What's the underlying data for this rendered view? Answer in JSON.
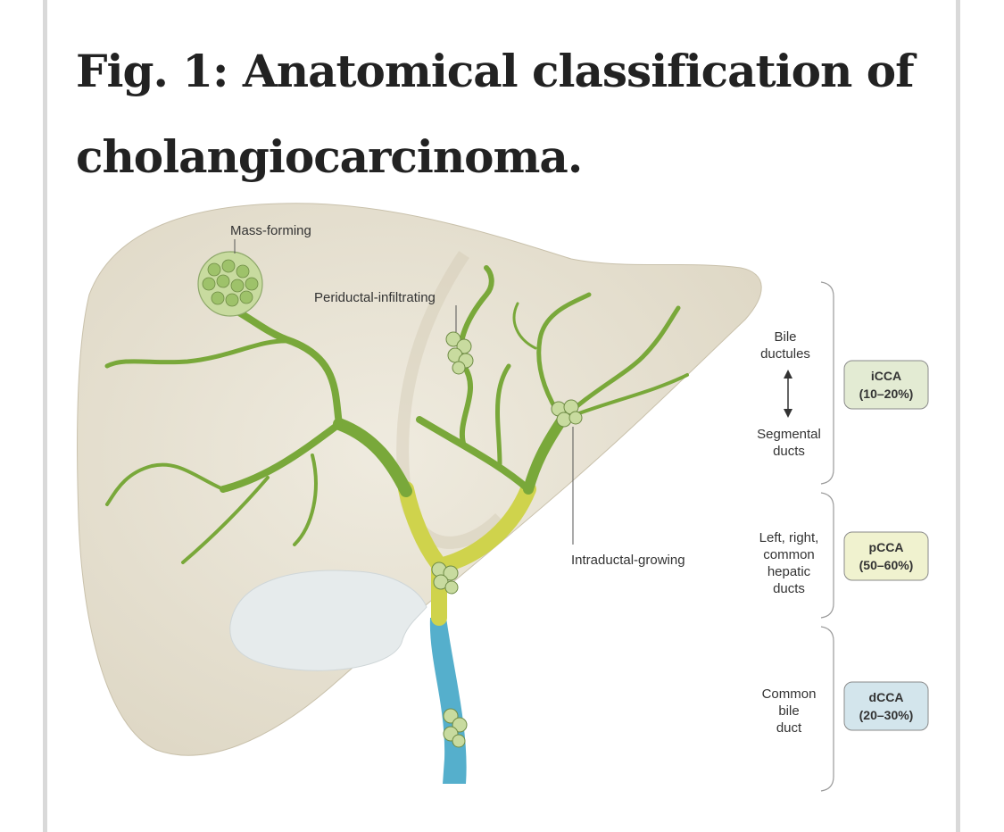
{
  "figure": {
    "title": "Fig. 1: Anatomical classification of cholangiocarcinoma."
  },
  "labels": {
    "mass_forming": "Mass-forming",
    "periductal": "Periductal-infiltrating",
    "intraductal": "Intraductal-growing"
  },
  "levels": [
    {
      "lines": [
        "Bile",
        "ductules"
      ],
      "lines2": [
        "Segmental",
        "ducts"
      ],
      "name": "iCCA",
      "range": "(10–20%)",
      "color": "#e3ebd3"
    },
    {
      "lines": [
        "Left, right,",
        "common",
        "hepatic",
        "ducts"
      ],
      "name": "pCCA",
      "range": "(50–60%)",
      "color": "#f0f2cf"
    },
    {
      "lines": [
        "Common",
        "bile",
        "duct"
      ],
      "name": "dCCA",
      "range": "(20–30%)",
      "color": "#d3e5ec"
    }
  ],
  "colors": {
    "liver": "#e7e2d3",
    "duct_green": "#79a83a",
    "duct_yellow": "#cfd34c",
    "duct_blue": "#55afcc",
    "gallbladder": "#e4e9ea",
    "tumor": "#c8db9f"
  }
}
